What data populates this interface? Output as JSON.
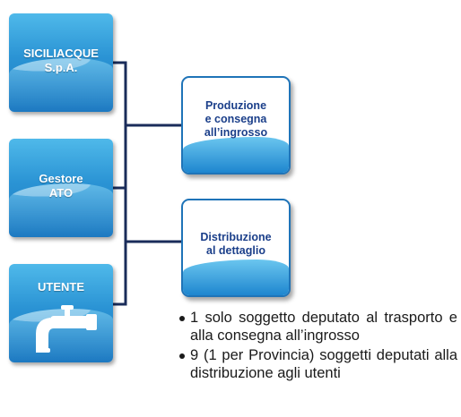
{
  "left_boxes": [
    {
      "id": "siciliacque",
      "lines": [
        "SICILIACQUE",
        "S.p.A."
      ]
    },
    {
      "id": "gestore",
      "lines": [
        "Gestore",
        "ATO"
      ]
    },
    {
      "id": "utente",
      "lines": [
        "UTENTE"
      ],
      "icon": "water-tap-icon"
    }
  ],
  "right_boxes": [
    {
      "id": "produzione",
      "lines": [
        "Produzione",
        "e consegna",
        "all’ingrosso"
      ]
    },
    {
      "id": "distribuzione",
      "lines": [
        "Distribuzione",
        "al dettaglio"
      ]
    }
  ],
  "notes": [
    "1 solo soggetto deputato al trasporto e alla consegna all’ingrosso",
    "9 (1 per Provincia) soggetti deputati alla distribuzione agli utenti"
  ],
  "colors": {
    "tile_blue": "#2a93d4",
    "card_border": "#1f74b8",
    "card_text": "#1b3f8a",
    "connector": "#1a2c5a"
  }
}
